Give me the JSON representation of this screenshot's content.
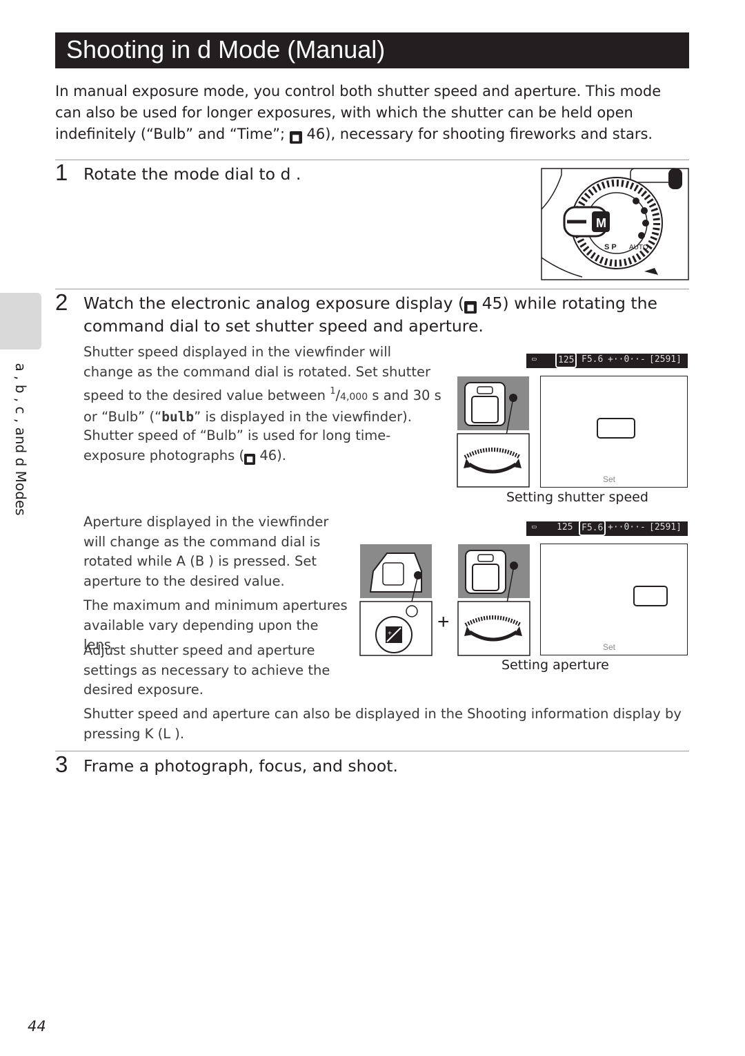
{
  "header": {
    "title": "Shooting in d   Mode (Manual)"
  },
  "intro": {
    "text_1": "In manual exposure mode, you control both shutter speed and aperture. This mode can also be used for longer exposures, with which the shutter can be held open indefinitely (“Bulb” and “Time”;",
    "ref_icon": "■",
    "ref_page": "46",
    "text_2": "), necessary for shooting fireworks and stars."
  },
  "step1": {
    "number": "1",
    "title": "Rotate the mode dial to d  ."
  },
  "step2": {
    "number": "2",
    "title_line1_a": "Watch the electronic analog exposure display (",
    "ref_page": "45",
    "title_line1_b": ") while rotating the",
    "title_line2": "command dial to set shutter speed and aperture.",
    "para1_a": "Shutter speed displayed in the viewfinder will change as the command dial is rotated. Set shutter speed to the desired value between ",
    "fraction_num": "1",
    "fraction_den": "4,000",
    "para1_b": " s and 30 s or “Bulb” (“",
    "bulb_glyph": "bulb",
    "para1_c": "” is displayed in the viewfinder).",
    "para2_a": "Shutter speed of “Bulb” is used for long time-exposure photographs (",
    "para2_ref": "46",
    "para2_b": ").",
    "para3": "Aperture displayed in the viewfinder will change as the command dial is rotated while A   (B   ) is pressed. Set aperture to the desired value.",
    "para4": "The maximum and minimum apertures available vary depending upon the lens.",
    "para5": "Adjust shutter speed and aperture settings as necessary to achieve the desired exposure.",
    "para6": "Shutter speed and aperture can also be displayed in the Shooting information display by pressing K   (L     ).",
    "caption_shutter": "Setting shutter speed",
    "caption_aperture": "Setting aperture",
    "plus": "+",
    "lcd_shutter": {
      "speed": "125",
      "aperture": "F5.6",
      "count": "[2591]"
    },
    "lcd_aperture": {
      "speed": "125",
      "aperture": "F5.6",
      "count": "[2591]"
    },
    "set_label": "Set"
  },
  "step3": {
    "number": "3",
    "title": "Frame a photograph, focus, and shoot."
  },
  "side_tab": {
    "label": "a  , b  , c  , and d   Modes"
  },
  "footer": {
    "page_number": "44"
  },
  "colors": {
    "title_bar": "#231f20",
    "side_tab": "#d9d9d9",
    "rule": "#9a9a9a"
  }
}
